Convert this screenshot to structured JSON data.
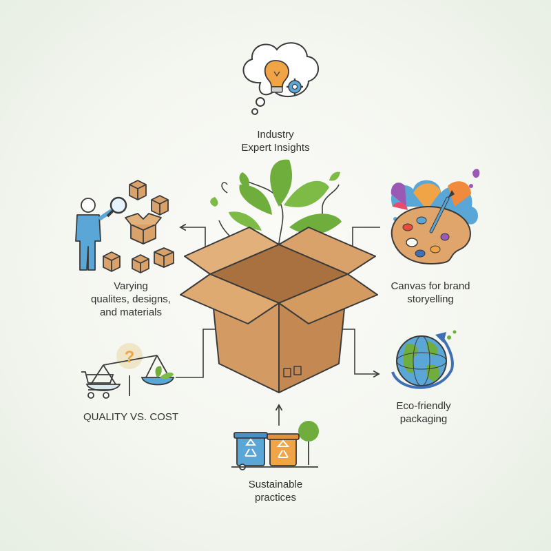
{
  "labels": {
    "insights": [
      "Industry",
      "Expert Insights"
    ],
    "varying": [
      "Varying",
      "qualites, designs,",
      "and materials"
    ],
    "canvas": [
      "Canvas for brand",
      "storyelling"
    ],
    "quality": [
      "QUALITY VS. COST"
    ],
    "eco": [
      "Eco-friendly",
      "packaging"
    ],
    "sustainable": [
      "Sustainable",
      "practices"
    ]
  },
  "question_mark": "?",
  "icons": {
    "center": "open-cardboard-box-icon",
    "insights": "thought-cloud-lightbulb-gear-icon",
    "varying": "person-magnifier-boxes-icon",
    "canvas": "paint-palette-splash-icon",
    "quality": "scale-cart-leaf-icon",
    "eco": "globe-arrow-icon",
    "sustainable": "recycling-bins-tree-icon"
  },
  "colors": {
    "box": "#d9a26b",
    "box_dark": "#b77b47",
    "leaf": "#6fae3c",
    "line": "#3a3a3a",
    "blue": "#5aa6d6",
    "orange": "#f0a445"
  }
}
